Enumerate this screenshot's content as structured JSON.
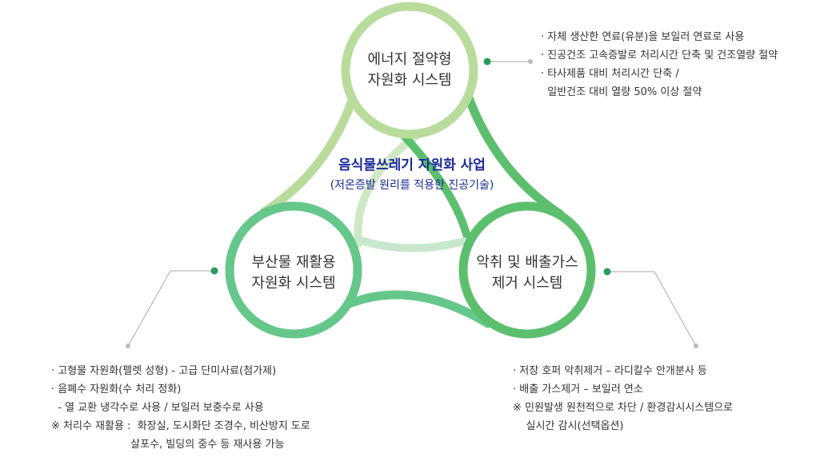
{
  "center": {
    "title": "음식물쓰레기 자원화 사업",
    "subtitle": "(저온증발 원리를 적용한 진공기술)"
  },
  "nodes": {
    "energy": {
      "line1": "에너지 절약형",
      "line2": "자원화 시스템"
    },
    "byproduct": {
      "line1": "부산물 재활용",
      "line2": "자원화 시스템"
    },
    "odor": {
      "line1": "악취 및 배출가스",
      "line2": "제거 시스템"
    }
  },
  "descriptions": {
    "energy": [
      "· 자체 생산한 연료(유분)을 보일러 연료로 사용",
      "· 진공건조 고속증발로 처리시간 단축 및 건조열량 절약",
      "· 타사제품 대비 처리시간 단축 /",
      "  일반건조 대비 열량 50% 이상 절약"
    ],
    "byproduct": [
      "· 고형물 자원화(펠렛 성형) - 고급 단미사료(첨가제)",
      "· 음폐수 자원화(수 처리 정화)",
      "  - 열 교환 냉각수로 사용 / 보일러 보충수로 사용",
      "※ 처리수 재활용 :  화장실, 도시화단 조경수, 비산방지 도로",
      "                        살포수, 빌딩의 중수 등 재사용 가능"
    ],
    "odor": [
      "· 저장 호퍼 악취제거 – 라디칼수 안개분사 등",
      "· 배출 가스제거 – 보일러 연소",
      "※ 민원발생 원천적으로 차단 / 환경감시시스템으로",
      "    실시간 감시(선택옵션)"
    ]
  },
  "colors": {
    "light_green": "#b9dc9c",
    "mid_green": "#66c27a",
    "teal_green": "#62c48e",
    "pale_green": "#cfe9c4",
    "dot": "#2a9a5e",
    "leader": "#aaaaaa",
    "center_text": "#1a2a9a"
  }
}
